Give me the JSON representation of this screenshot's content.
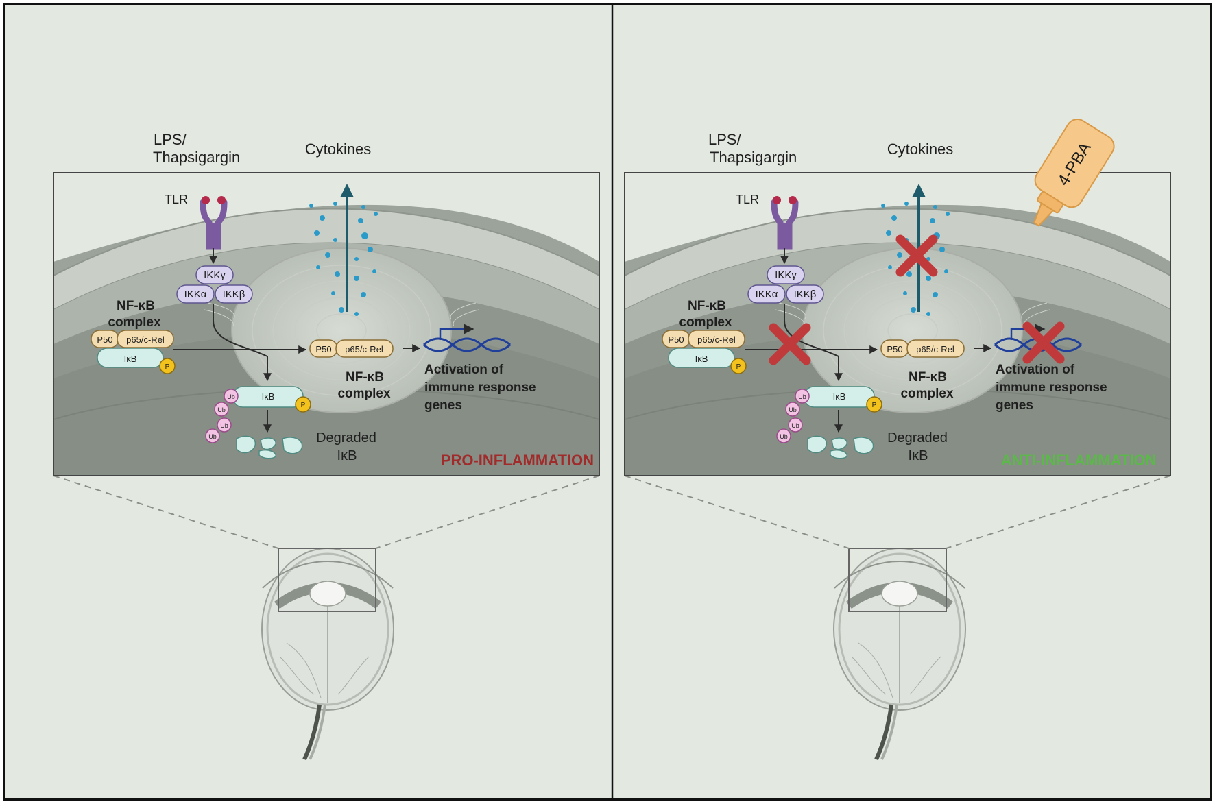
{
  "colors": {
    "background": "#e3e8e1",
    "border": "#111111",
    "pro_inflammation": "#a12a2a",
    "anti_inflammation": "#5cb84a",
    "block_cross": "#c0393b",
    "cytokine": "#2a9bc9",
    "arrow_teal": "#1f5c6b",
    "tlr": "#7b5aa0",
    "ikk": "#d9d3f0",
    "nfkb_subunit": "#f4ddb0",
    "ikb": "#d4efe9",
    "phosphate": "#f4c21c",
    "ubiquitin": "#f3c3e4",
    "drug_bottle": "#f6c98a"
  },
  "panels": [
    {
      "stimulus_line1": "LPS/",
      "stimulus_line2": "Thapsigargin",
      "cytokines": "Cytokines",
      "receptor": "TLR",
      "ikk_gamma": "IKKγ",
      "ikk_alpha": "IKKα",
      "ikk_beta": "IKKβ",
      "complex_line1": "NF-κB",
      "complex_line2": "complex",
      "p50": "P50",
      "p65": "p65/c-Rel",
      "ikb": "IκB",
      "phospho": "P",
      "ub": "Ub",
      "degraded_line1": "Degraded",
      "degraded_line2": "IκB",
      "nuc_complex_line1": "NF-κB",
      "nuc_complex_line2": "complex",
      "activation_line1": "Activation of",
      "activation_line2": "immune response",
      "activation_line3": "genes",
      "state": "PRO-INFLAMMATION",
      "drug": ""
    },
    {
      "stimulus_line1": "LPS/",
      "stimulus_line2": "Thapsigargin",
      "cytokines": "Cytokines",
      "receptor": "TLR",
      "ikk_gamma": "IKKγ",
      "ikk_alpha": "IKKα",
      "ikk_beta": "IKKβ",
      "complex_line1": "NF-κB",
      "complex_line2": "complex",
      "p50": "P50",
      "p65": "p65/c-Rel",
      "ikb": "IκB",
      "phospho": "P",
      "ub": "Ub",
      "degraded_line1": "Degraded",
      "degraded_line2": "IκB",
      "nuc_complex_line1": "NF-κB",
      "nuc_complex_line2": "complex",
      "activation_line1": "Activation of",
      "activation_line2": "immune response",
      "activation_line3": "genes",
      "state": "ANTI-INFLAMMATION",
      "drug": "4-PBA"
    }
  ]
}
